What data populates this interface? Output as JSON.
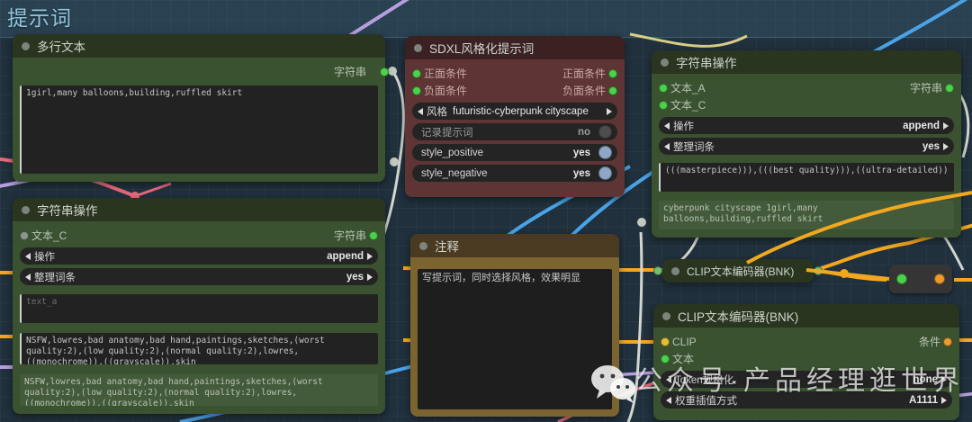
{
  "group": {
    "title": "提示词"
  },
  "colors": {
    "canvas_bg": "#20303d",
    "group_bg": "#3f6a80",
    "green_header": "#29351f",
    "green_body": "#3a5230",
    "red_header": "#3b2121",
    "red_body": "#5e3434",
    "brown_header": "#4b3a22",
    "brown_body": "#7b642f",
    "port_green": "#4bd14b",
    "port_yellow": "#e5bf39",
    "port_orange": "#eb9a2b",
    "wire_gray": "#d2d6cf",
    "wire_yellow": "#f2a81e",
    "wire_blue": "#4aa3e8",
    "wire_pink": "#e8697b",
    "wire_purple": "#b79ede"
  },
  "nodes": {
    "multiline_text": {
      "title": "多行文本",
      "output_label": "字符串",
      "text_value": "1girl,many balloons,building,ruffled skirt"
    },
    "sdxl_style": {
      "title": "SDXL风格化提示词",
      "inputs": [
        {
          "label": "正面条件"
        },
        {
          "label": "负面条件"
        }
      ],
      "outputs": [
        {
          "label": "正面条件"
        },
        {
          "label": "负面条件"
        }
      ],
      "widgets": [
        {
          "name": "风格",
          "value": "futuristic-cyberpunk cityscape",
          "type": "combo-inline"
        },
        {
          "name": "记录提示词",
          "value": "no",
          "type": "toggle-off"
        },
        {
          "name": "style_positive",
          "value": "yes",
          "type": "toggle-on"
        },
        {
          "name": "style_negative",
          "value": "yes",
          "type": "toggle-on"
        }
      ]
    },
    "string_op_right": {
      "title": "字符串操作",
      "inputs": [
        {
          "label": "文本_A"
        },
        {
          "label": "文本_C"
        }
      ],
      "output_label": "字符串",
      "widgets": [
        {
          "name": "操作",
          "value": "append"
        },
        {
          "name": "整理词条",
          "value": "yes"
        }
      ],
      "text_value": "(((masterpiece))),(((best  quality))),((ultra-detailed))",
      "output_value": "cyberpunk cityscape 1girl,many balloons,building,ruffled skirt"
    },
    "string_op_left": {
      "title": "字符串操作",
      "inputs": [
        {
          "label": "文本_C"
        }
      ],
      "output_label": "字符串",
      "widgets": [
        {
          "name": "操作",
          "value": "append"
        },
        {
          "name": "整理词条",
          "value": "yes"
        }
      ],
      "text_placeholder": "text_a",
      "text_value": "NSFW,lowres,bad anatomy,bad hand,paintings,sketches,(worst quality:2),(low quality:2),(normal quality:2),lowres,((monochrome)),((grayscale)),skin",
      "output_value": "NSFW,lowres,bad anatomy,bad hand,paintings,sketches,(worst quality:2),(low quality:2),(normal quality:2),lowres,((monochrome)),((grayscale)),skin"
    },
    "note": {
      "title": "注释",
      "text_value": "写提示词，同时选择风格，效果明显"
    },
    "clip_encoder_collapsed": {
      "title": "CLIP文本编码器(BNK)"
    },
    "clip_encoder": {
      "title": "CLIP文本编码器(BNK)",
      "inputs": [
        {
          "label": "CLIP",
          "color": "port_yellow"
        },
        {
          "label": "文本",
          "color": "port_green"
        }
      ],
      "output_label": "条件",
      "widgets": [
        {
          "name": "Token规格化",
          "value": "none"
        },
        {
          "name": "权重插值方式",
          "value": "A1111"
        }
      ]
    }
  },
  "watermark": {
    "text": "公众号·产品经理逛世界"
  }
}
